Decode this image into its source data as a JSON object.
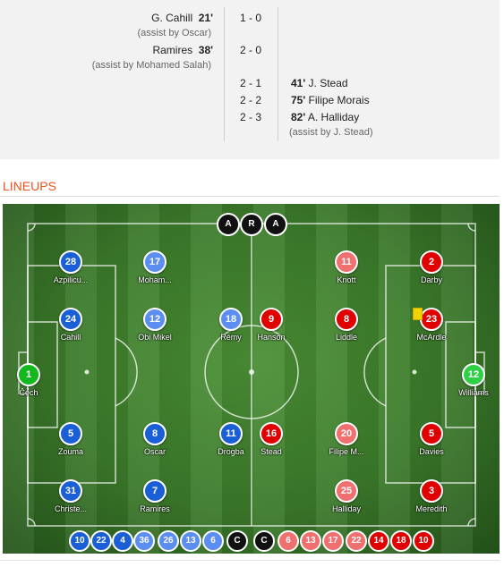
{
  "goals": {
    "home": [
      {
        "scorer": "G. Cahill",
        "minute": "21'",
        "assist": "(assist by Oscar)",
        "score": "1 - 0"
      },
      {
        "scorer": "Ramires",
        "minute": "38'",
        "assist": "(assist by Mohamed Salah)",
        "score": "2 - 0"
      }
    ],
    "away": [
      {
        "scorer": "J. Stead",
        "minute": "41'",
        "assist": "",
        "score": "2 - 1"
      },
      {
        "scorer": "Filipe Morais",
        "minute": "75'",
        "assist": "",
        "score": "2 - 2"
      },
      {
        "scorer": "A. Halliday",
        "minute": "82'",
        "assist": "(assist by J. Stead)",
        "score": "2 - 3"
      }
    ]
  },
  "lineups": {
    "title": "LINEUPS",
    "officials": [
      "A",
      "R",
      "A"
    ],
    "home_team": {
      "color": "#1a5fd6",
      "players": [
        {
          "number": "1",
          "name": "Čech",
          "role": "gk"
        },
        {
          "number": "28",
          "name": "Azpilicu...",
          "role": "starter"
        },
        {
          "number": "24",
          "name": "Cahill",
          "role": "starter"
        },
        {
          "number": "5",
          "name": "Zouma",
          "role": "starter"
        },
        {
          "number": "31",
          "name": "Christe...",
          "role": "starter"
        },
        {
          "number": "17",
          "name": "Moham...",
          "role": "sub-on"
        },
        {
          "number": "12",
          "name": "Obi Mikel",
          "role": "sub-on"
        },
        {
          "number": "8",
          "name": "Oscar",
          "role": "starter"
        },
        {
          "number": "7",
          "name": "Ramires",
          "role": "starter"
        },
        {
          "number": "18",
          "name": "Rémy",
          "role": "sub-on"
        },
        {
          "number": "11",
          "name": "Drogba",
          "role": "starter"
        }
      ]
    },
    "away_team": {
      "color": "#e00000",
      "players": [
        {
          "number": "12",
          "name": "Williams",
          "role": "gk"
        },
        {
          "number": "2",
          "name": "Darby",
          "role": "starter"
        },
        {
          "number": "23",
          "name": "McArdle",
          "role": "starter"
        },
        {
          "number": "5",
          "name": "Davies",
          "role": "starter"
        },
        {
          "number": "3",
          "name": "Meredith",
          "role": "starter"
        },
        {
          "number": "11",
          "name": "Knott",
          "role": "sub-on"
        },
        {
          "number": "8",
          "name": "Liddle",
          "role": "starter"
        },
        {
          "number": "20",
          "name": "Filipe M...",
          "role": "sub-on"
        },
        {
          "number": "25",
          "name": "Halliday",
          "role": "sub-on"
        },
        {
          "number": "9",
          "name": "Hanson",
          "role": "starter"
        },
        {
          "number": "16",
          "name": "Stead",
          "role": "starter"
        }
      ]
    },
    "bench_home": [
      "10",
      "22",
      "4",
      "36",
      "26",
      "13",
      "6"
    ],
    "bench_coaches": [
      "C",
      "C"
    ],
    "bench_away": [
      "6",
      "13",
      "17",
      "22",
      "14",
      "18",
      "10"
    ],
    "colors": {
      "home_starter": "#1a5fd6",
      "home_sub": "#5b8ef0",
      "away_starter": "#e00000",
      "away_sub": "#f07070",
      "gk_home": "#12b81e",
      "gk_away": "#2ed045",
      "bench_home": "#5b8ef0",
      "bench_away": "#f07070",
      "yellow_card": "#f2d200"
    }
  }
}
